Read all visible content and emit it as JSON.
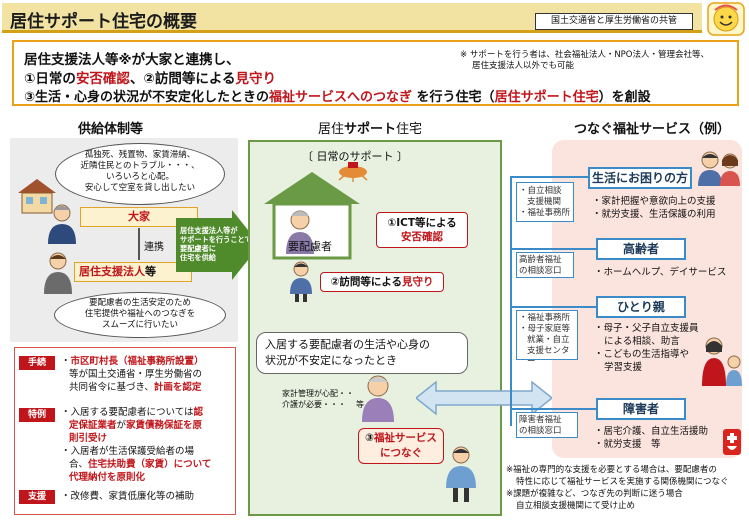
{
  "header": {
    "title": "居住サポート住宅の概要",
    "ministry": "国土交通省と厚生労働省の共管"
  },
  "summary": {
    "line1_a": "居住支援法人等※が",
    "line1_b": "大家と連携",
    "line1_c": "し、",
    "line2_a": "①日常の",
    "line2_b": "安否確認",
    "line2_c": "、②訪問等による",
    "line2_d": "見守り",
    "line3_a": "③生活・心身の状況が不安定化したときの",
    "line3_b": "福祉サービスへのつなぎ",
    "line3_c": " を行う住宅（",
    "line3_d": "居住サポート住宅",
    "line3_e": "）を創設",
    "note1": "※ サポートを行う者は、社会福祉法人・NPO法人・管理会社等、",
    "note2": "居住支援法人以外でも可能"
  },
  "left": {
    "title": "供給体制等",
    "thought1_l1": "孤独死、残置物、家賃滞納、",
    "thought1_l2": "近隣住民とのトラブル・・・、",
    "thought1_l3": "いろいろと心配。",
    "thought1_l4": "安心して空室を貸し出したい",
    "landlord": "大家",
    "renkei": "連携",
    "support_corp": "居住支援法人",
    "support_corp_suffix": "等",
    "thought2_l1": "要配慮者の生活安定のため",
    "thought2_l2": "住宅提供や福祉へのつなぎを",
    "thought2_l3": "スムーズに行いたい",
    "arrow_l1": "居住支援法人等が",
    "arrow_l2": "サポートを行うことで",
    "arrow_l3": "要配慮者に",
    "arrow_l4": "住宅を供給",
    "tag1": "手続",
    "s1_l1a": "・",
    "s1_l1b": "市区町村長",
    "s1_l1c": "（",
    "s1_l1d": "福祉事務所設置",
    "s1_l1e": "）",
    "s1_l2": "等が国土交通省・厚生労働省の",
    "s1_l3a": "共同省令に基づき、",
    "s1_l3b": "計画を認定",
    "tag2": "特例",
    "s2_l1a": "・入居する要配慮者については",
    "s2_l1b": "認",
    "s2_l2a": "定保証業者",
    "s2_l2b": "が",
    "s2_l2c": "家賃債務保証を原",
    "s2_l3": "則引受け",
    "s2_l4": "・入居者が生活保護受給者の場",
    "s2_l5a": "合、",
    "s2_l5b": "住宅扶助費",
    "s2_l5c": "（",
    "s2_l5d": "家賃",
    "s2_l5e": "）について",
    "s2_l6": "代理納付を原則化",
    "tag3": "支援",
    "s3_l1": "・改修費、家賃低廉化等の補助"
  },
  "center": {
    "title_a": "居住",
    "title_b": "サポート",
    "title_c": "住宅",
    "daily": "日常のサポート",
    "ict_a": "①ICT等による",
    "ict_b": "安否確認",
    "person": "要配慮者",
    "visit_a": "②訪問等による",
    "visit_b": "見守り",
    "unstable_l1": "入居する要配慮者の生活や心身の",
    "unstable_l2": "状況が不安定になったとき",
    "worry_l1": "家計管理が心配・・",
    "worry_l2": "介護が必要・・・",
    "worry_l3": "等",
    "connect_a": "③",
    "connect_b": "福祉サービス",
    "connect_c": "につなぐ"
  },
  "right": {
    "title": "つなぐ福祉サービス（例）",
    "cat1_label_l1": "・自立相談",
    "cat1_label_l2": "支援機関",
    "cat1_label_l3": "・福祉事務所",
    "cat1_head": "生活にお困りの方",
    "cat1_l1": "・家計把握や意欲向上の支援",
    "cat1_l2": "・就労支援、生活保護の利用",
    "cat2_label_l1": "高齢者福祉",
    "cat2_label_l2": "の相談窓口",
    "cat2_head": "高齢者",
    "cat2_l1": "・ホームヘルプ、デイサービス",
    "cat3_label_l1": "・福祉事務所",
    "cat3_label_l2": "・母子家庭等",
    "cat3_label_l3": "就業・自立",
    "cat3_label_l4": "支援センター",
    "cat3_head": "ひとり親",
    "cat3_l1": "・母子・父子自立支援員",
    "cat3_l2": "による相談、助言",
    "cat3_l3": "・こどもの生活指導や",
    "cat3_l4": "学習支援",
    "cat4_label_l1": "障害者福祉",
    "cat4_label_l2": "の相談窓口",
    "cat4_head": "障害者",
    "cat4_l1": "・居宅介護、自立生活援助",
    "cat4_l2": "・就労支援　等",
    "foot1": "※福祉の専門的な支援を必要とする場合は、要配慮者の",
    "foot2": "特性に応じて福祉サービスを実施する関係機関につなぐ",
    "foot3": "※課題が複雑など、つなぎ先の判断に迷う場合",
    "foot4": "自立相談支援機関にて受け止め"
  },
  "colors": {
    "accent_red": "#c0161b",
    "title_gold": "#d4a017",
    "center_green": "#6a9a45",
    "right_pink": "#fbe3de",
    "service_blue": "#3a8bc8"
  }
}
